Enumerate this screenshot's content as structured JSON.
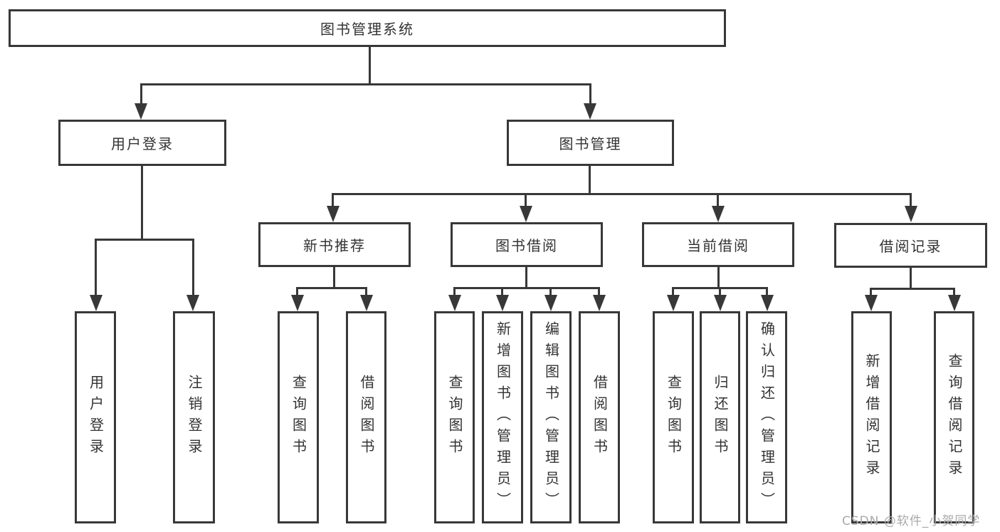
{
  "tree": {
    "label": "图书管理系统",
    "children": [
      {
        "label": "用户登录",
        "children": [
          {
            "label": "用户登录"
          },
          {
            "label": "注销登录"
          }
        ]
      },
      {
        "label": "图书管理",
        "children": [
          {
            "label": "新书推荐",
            "children": [
              {
                "label": "查询图书"
              },
              {
                "label": "借阅图书"
              }
            ]
          },
          {
            "label": "图书借阅",
            "children": [
              {
                "label": "查询图书"
              },
              {
                "label": "新增图书（管理员）"
              },
              {
                "label": "编辑图书（管理员）"
              },
              {
                "label": "借阅图书"
              }
            ]
          },
          {
            "label": "当前借阅",
            "children": [
              {
                "label": "查询图书"
              },
              {
                "label": "归还图书"
              },
              {
                "label": "确认归还（管理员）"
              }
            ]
          },
          {
            "label": "借阅记录",
            "children": [
              {
                "label": "新增借阅记录"
              },
              {
                "label": "查询借阅记录"
              }
            ]
          }
        ]
      }
    ]
  },
  "watermark": {
    "text": "CSDN @软件_小贺同学",
    "color": "#a9a9a9"
  },
  "colors": {
    "line": "#383838",
    "text": "#333333",
    "background": "#ffffff"
  }
}
